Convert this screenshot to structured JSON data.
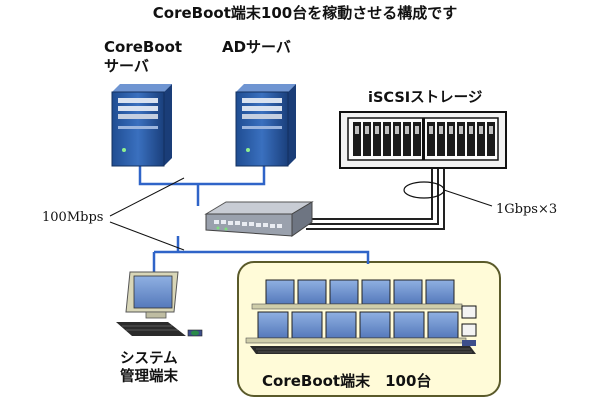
{
  "title": "CoreBoot端末100台を稼動させる構成です",
  "coreboot_server": {
    "line1": "CoreBoot",
    "line2": "サーバ"
  },
  "ad_server": {
    "label": "ADサーバ"
  },
  "iscsi_storage": {
    "label": "iSCSIストレージ"
  },
  "uplink": {
    "label": "1Gbps×3"
  },
  "lan": {
    "label": "100Mbps"
  },
  "admin_terminal": {
    "line1": "システム",
    "line2": "管理端末"
  },
  "client_group": {
    "label": "CoreBoot端末　100台"
  },
  "colors": {
    "network_line": "#2f64c8",
    "server_body": "#2d5fa8",
    "client_screen": "#6f93d0",
    "client_group_bg": "#fffbd8",
    "client_group_border": "#5a5a2a"
  }
}
